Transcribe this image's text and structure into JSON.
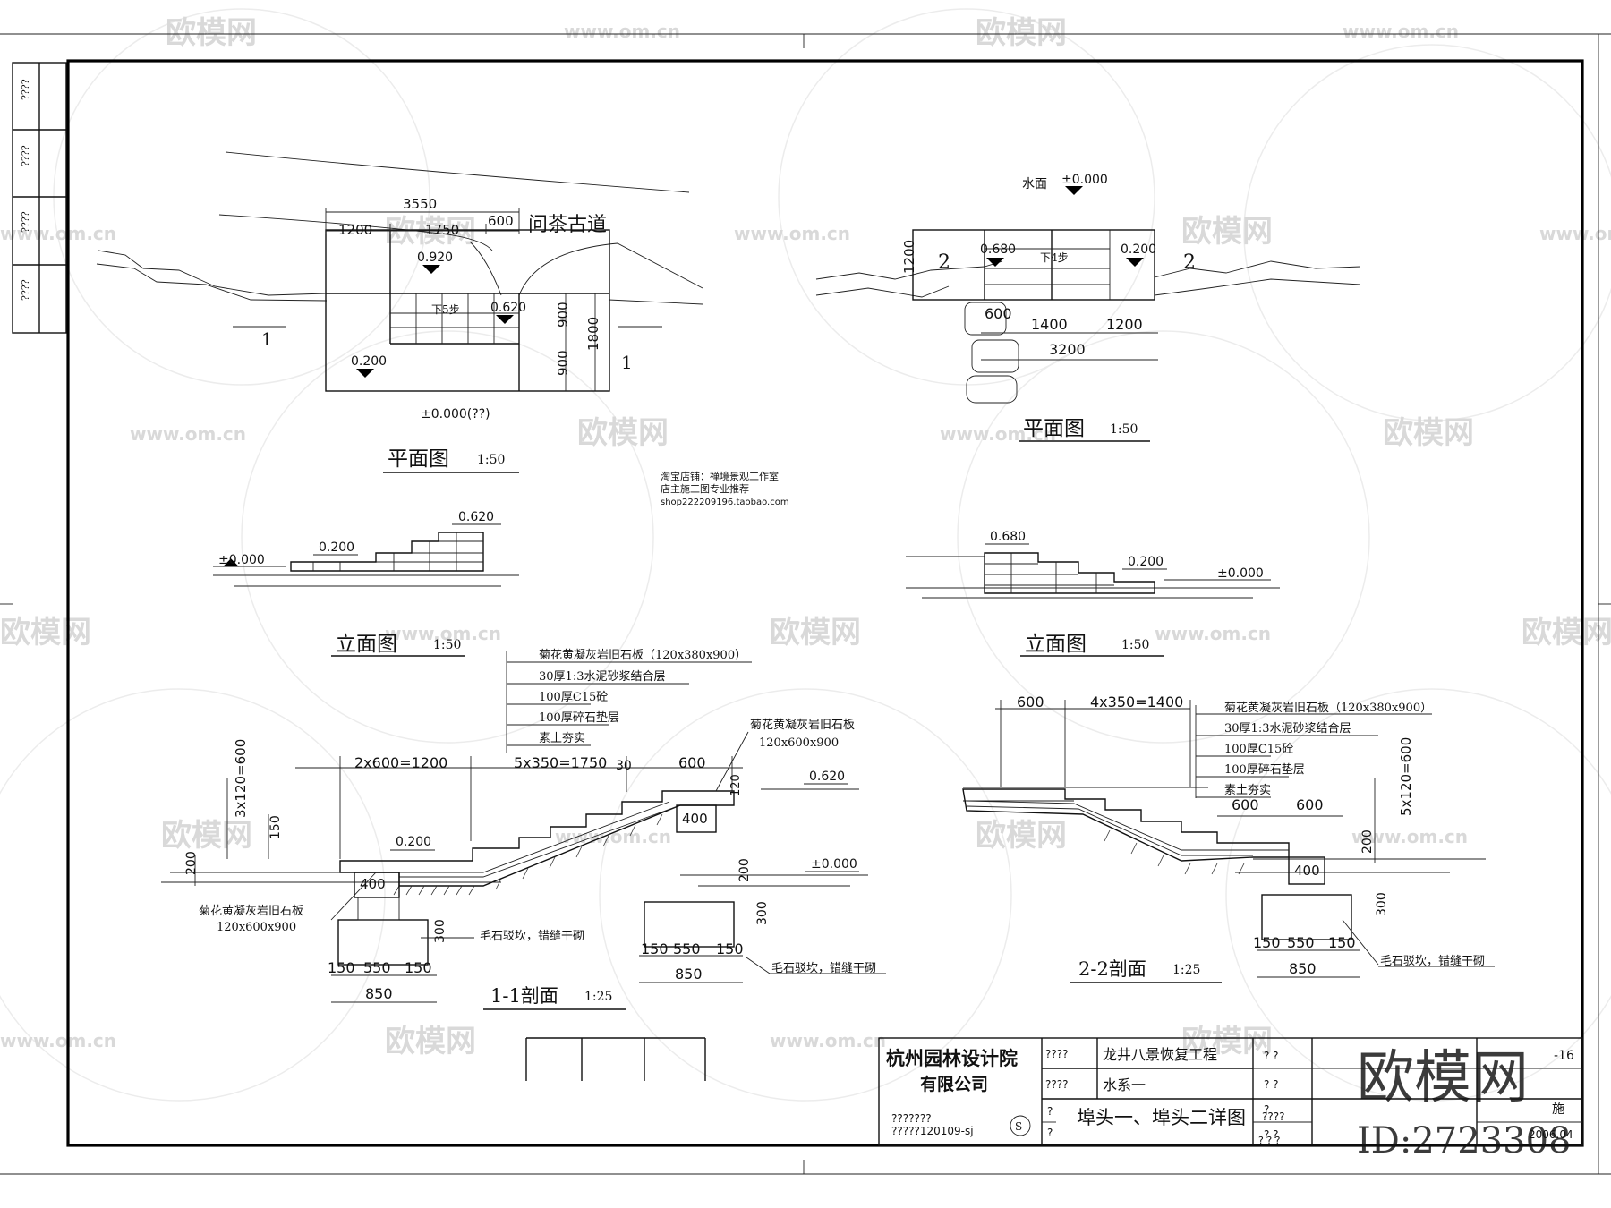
{
  "watermark": {
    "brand": "欧模网",
    "site": "www.om.cn",
    "large_brand": "欧模网",
    "large_id": "ID:2723308"
  },
  "sidebar_labels": [
    "????",
    "????",
    "????",
    "????"
  ],
  "shop_note": [
    "淘宝店铺：禅境景观工作室",
    "店主施工图专业推荐",
    "shop222209196.taobao.com"
  ],
  "left_plan": {
    "title": "平面图",
    "scale": "1:50",
    "road_label": "问茶古道",
    "step_label": "下5步",
    "dims": [
      "3550",
      "1200",
      "1750",
      "600",
      "900",
      "1800",
      "900"
    ],
    "levels": [
      "0.920",
      "0.620",
      "0.200"
    ],
    "zero_level": "±0.000(??)",
    "section_mark": "1"
  },
  "right_plan": {
    "title": "平面图",
    "scale": "1:50",
    "water_label": "水面",
    "water_level": "±0.000",
    "step_label": "下4步",
    "dims": [
      "1200",
      "600",
      "1400",
      "1200",
      "3200"
    ],
    "levels": [
      "0.680",
      "0.200"
    ],
    "section_mark": "2"
  },
  "left_elev": {
    "title": "立面图",
    "scale": "1:50",
    "levels": [
      "±0.000",
      "0.200",
      "0.620"
    ]
  },
  "right_elev": {
    "title": "立面图",
    "scale": "1:50",
    "levels": [
      "0.680",
      "0.200",
      "±0.000"
    ]
  },
  "layers": [
    "菊花黄凝灰岩旧石板（120x380x900）",
    "30厚1:3水泥砂浆结合层",
    "100厚C15砼",
    "100厚碎石垫层",
    "素土夯实"
  ],
  "section_1": {
    "title": "1-1剖面",
    "scale": "1:25",
    "dims_top": [
      "2x600=1200",
      "5x350=1750",
      "30",
      "600"
    ],
    "left_dims": [
      "3x120=600",
      "150",
      "200"
    ],
    "slab_note": [
      "菊花黄凝灰岩旧石板",
      "120x600x900"
    ],
    "slab_note_top": [
      "菊花黄凝灰岩旧石板",
      "120x600x900"
    ],
    "levels": [
      "0.200",
      "0.620",
      "±0.000"
    ],
    "foot": [
      "400",
      "300",
      "150",
      "550",
      "150",
      "850"
    ],
    "foot2": [
      "400",
      "200",
      "300",
      "150",
      "550",
      "150",
      "850"
    ],
    "rubble": "毛石驳坎，错缝干砌",
    "dim_120": "120"
  },
  "section_2": {
    "title": "2-2剖面",
    "scale": "1:25",
    "dims_top": [
      "600",
      "4x350=1400"
    ],
    "dims_mid": [
      "600",
      "600"
    ],
    "right_dims": [
      "5x120=600",
      "200"
    ],
    "foot": [
      "400",
      "300",
      "150",
      "550",
      "150",
      "850"
    ],
    "rubble": "毛石驳坎，错缝干砌"
  },
  "title_block": {
    "company_line1": "杭州园林设计院",
    "company_line2": "有限公司",
    "code_line1": "???????",
    "code_line2": "?????120109-sj",
    "row1_label": "????",
    "row1_value": "龙井八景恢复工程",
    "row2_label": "????",
    "row2_value": "水系一",
    "q1": "?",
    "q2": "?",
    "drawing_title": "埠头一、埠头二详图",
    "cell_a": "?     ?",
    "cell_b": "?     ?",
    "cell_c": "?",
    "cell_d": "????",
    "cell_e": "?   ?",
    "cell_f": "?  ?  ?",
    "sheet_no": "-16",
    "phase": "施",
    "date": "2006.04"
  }
}
